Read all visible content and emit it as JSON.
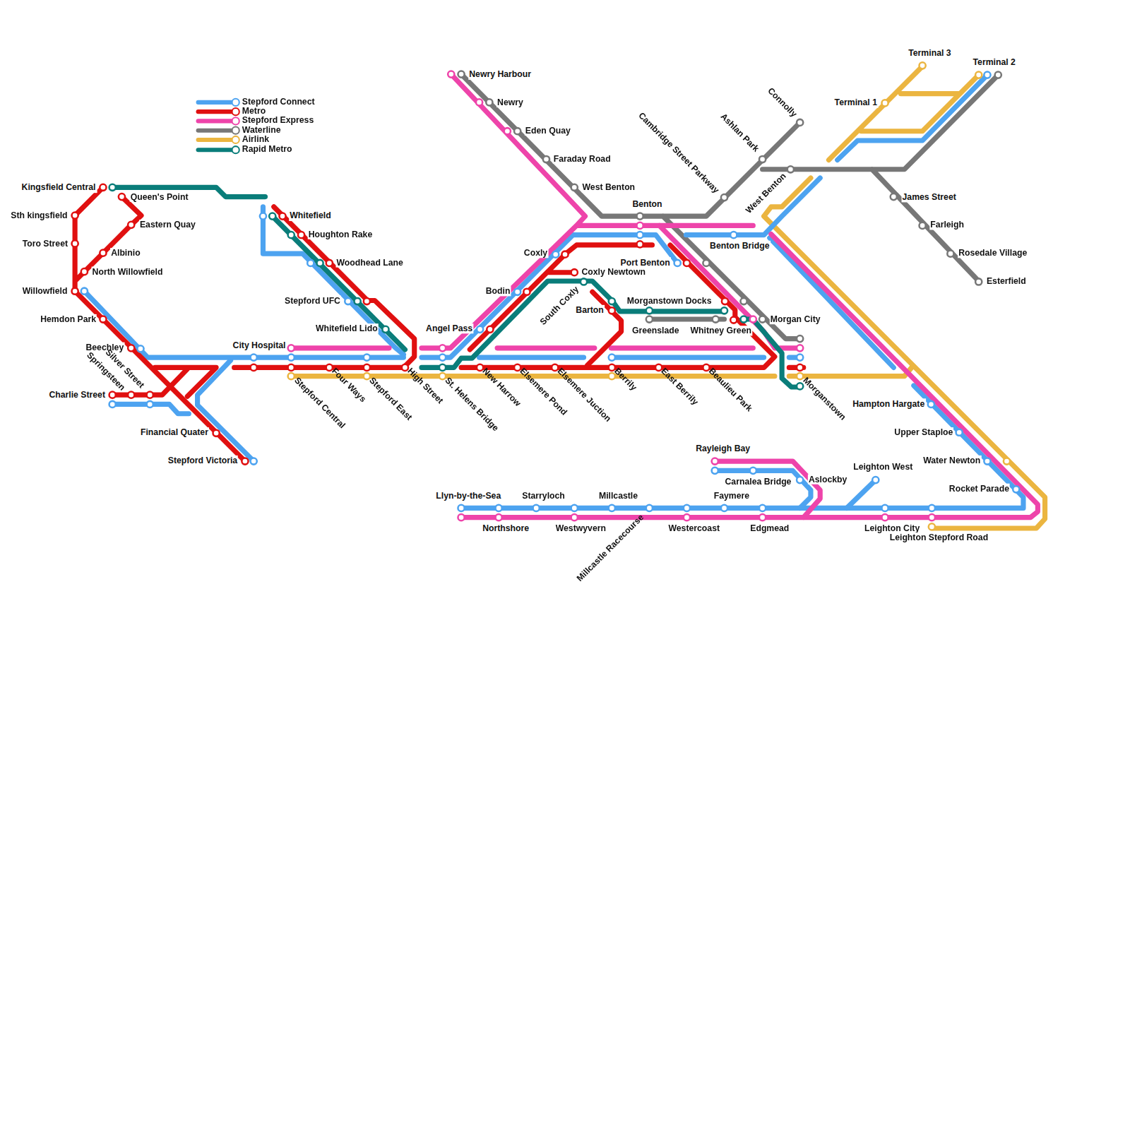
{
  "diagram": {
    "labels": [
      "Kingsfield Central",
      "Queen's Point",
      "Sth kingsfield",
      "Eastern Quay",
      "Toro Street",
      "Albinio",
      "North Willowfield",
      "Willowfield",
      "Hemdon Park",
      "Beechley",
      "Silver Street",
      "Springsteen",
      "Charlie Street",
      "Financial Quater",
      "Stepford Victoria",
      "City Hospital",
      "Whitefield",
      "Houghton Rake",
      "Woodhead Lane",
      "Stepford UFC",
      "Whitefield Lido",
      "Stepford Central",
      "Four Ways",
      "Stepford East",
      "High Street",
      "St. Helens Bridge",
      "New Harrow",
      "Elsemere Pond",
      "Elsemere Juction",
      "Berrily",
      "East Berrily",
      "Beaulieu Park",
      "Morganstown",
      "Angel Pass",
      "Bodin",
      "Coxly",
      "Coxly Newtown",
      "South Coxly",
      "Barton",
      "Morganstown Docks",
      "Greenslade",
      "Whitney Green",
      "Morgan City",
      "Port Benton",
      "Benton",
      "Newry Harbour",
      "Newry",
      "Eden Quay",
      "Faraday Road",
      "West Benton",
      "Cambridge Street Parkway",
      "Ashlan Park",
      "Connolly",
      "West Benton",
      "Benton Bridge",
      "Terminal 3",
      "Terminal 1",
      "Terminal 2",
      "James Street",
      "Farleigh",
      "Rosedale Village",
      "Esterfield",
      "Hampton Hargate",
      "Upper Staploe",
      "Water Newton",
      "Rocket Parade",
      "Rayleigh Bay",
      "Carnalea Bridge",
      "Aslockby",
      "Leighton West",
      "Llyn-by-the-Sea",
      "Starryloch",
      "Millcastle",
      "Faymere",
      "Northshore",
      "Westwyvern",
      "Westercoast",
      "Edgmead",
      "Leighton City",
      "Leighton Stepford Road",
      "Millcastle Racecourse"
    ],
    "legend": [
      {
        "text": "Stepford Connect",
        "color": "#4da3f0"
      },
      {
        "text": "Metro",
        "color": "#e01010"
      },
      {
        "text": "Stepford Express",
        "color": "#ee44aa"
      },
      {
        "text": "Waterline",
        "color": "#777777"
      },
      {
        "text": "Airlink",
        "color": "#ebb540"
      },
      {
        "text": "Rapid Metro",
        "color": "#0a7d7a"
      }
    ]
  }
}
